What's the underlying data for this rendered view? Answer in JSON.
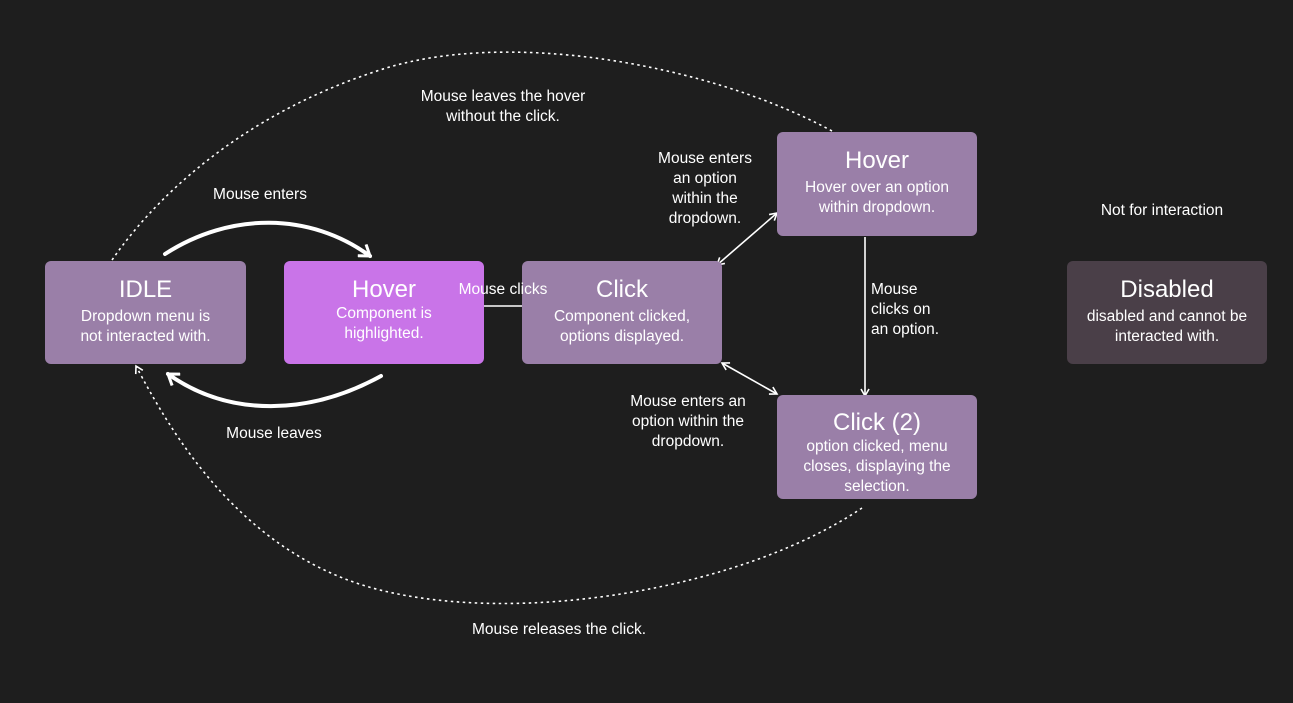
{
  "colors": {
    "background": "#1e1e1e",
    "state_default": "#9a7fa8",
    "state_hover_active": "#c974e8",
    "state_disabled": "#4a3f48",
    "edge": "#ffffff"
  },
  "nodes": {
    "idle": {
      "title": "IDLE",
      "desc_line1": "Dropdown menu is",
      "desc_line2": "not interacted with."
    },
    "hover": {
      "title": "Hover",
      "desc_line1": "Component is",
      "desc_line2": "highlighted."
    },
    "click": {
      "title": "Click",
      "desc_line1": "Component clicked,",
      "desc_line2": "options displayed."
    },
    "hover_option": {
      "title": "Hover",
      "desc_line1": "Hover over an option",
      "desc_line2": "within  dropdown."
    },
    "click2": {
      "title": "Click (2)",
      "desc_line1": "option clicked, menu",
      "desc_line2": "closes, displaying the",
      "desc_line3": "selection."
    },
    "disabled": {
      "title": "Disabled",
      "desc_line1": "disabled and cannot be",
      "desc_line2": "interacted with."
    }
  },
  "edge_labels": {
    "mouse_enters": "Mouse enters",
    "mouse_leaves": "Mouse leaves",
    "mouse_clicks": "Mouse clicks",
    "leaves_hover_1": "Mouse leaves the hover",
    "leaves_hover_2": "without the click.",
    "enters_option_top_1": "Mouse enters",
    "enters_option_top_2": "an option",
    "enters_option_top_3": "within the",
    "enters_option_top_4": "dropdown.",
    "enters_option_bottom_1": "Mouse enters an",
    "enters_option_bottom_2": "option within the",
    "enters_option_bottom_3": "dropdown.",
    "clicks_option_1": "Mouse",
    "clicks_option_2": "clicks on",
    "clicks_option_3": "an option.",
    "releases_click": "Mouse releases the click.",
    "not_for_interaction": "Not for interaction"
  }
}
